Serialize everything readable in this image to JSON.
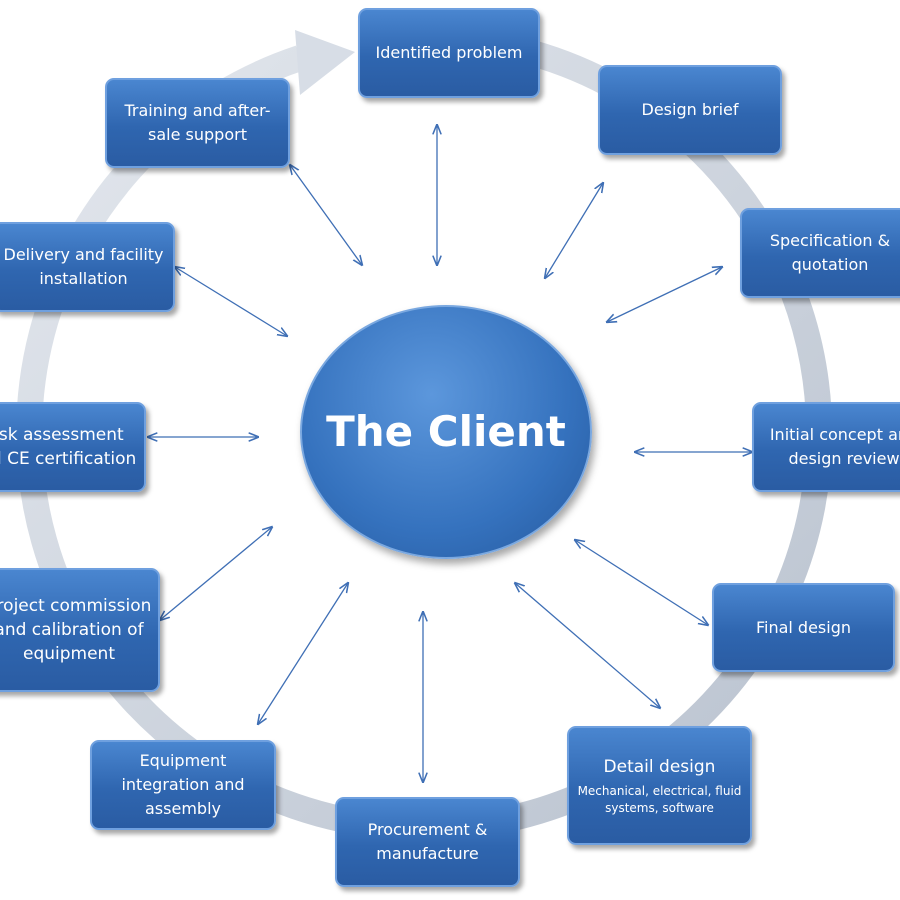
{
  "center": {
    "label": "The Client"
  },
  "stages": [
    {
      "label": "Identified problem"
    },
    {
      "label": "Design brief"
    },
    {
      "label": "Specification & quotation"
    },
    {
      "label": "Initial concept and design review"
    },
    {
      "label": "Final design"
    },
    {
      "label": "Detail design",
      "sublabel": "Mechanical, electrical, fluid systems, software"
    },
    {
      "label": "Procurement & manufacture"
    },
    {
      "label": "Equipment integration and assembly"
    },
    {
      "label": "Project commission and calibration of equipment"
    },
    {
      "label": "Risk assessment and CE certification"
    },
    {
      "label": "Delivery and facility installation"
    },
    {
      "label": "Training and after-sale support"
    }
  ],
  "colors": {
    "box": "#2f66b0",
    "ring": "#c9d1dc",
    "arrow": "#3f6fb5"
  }
}
